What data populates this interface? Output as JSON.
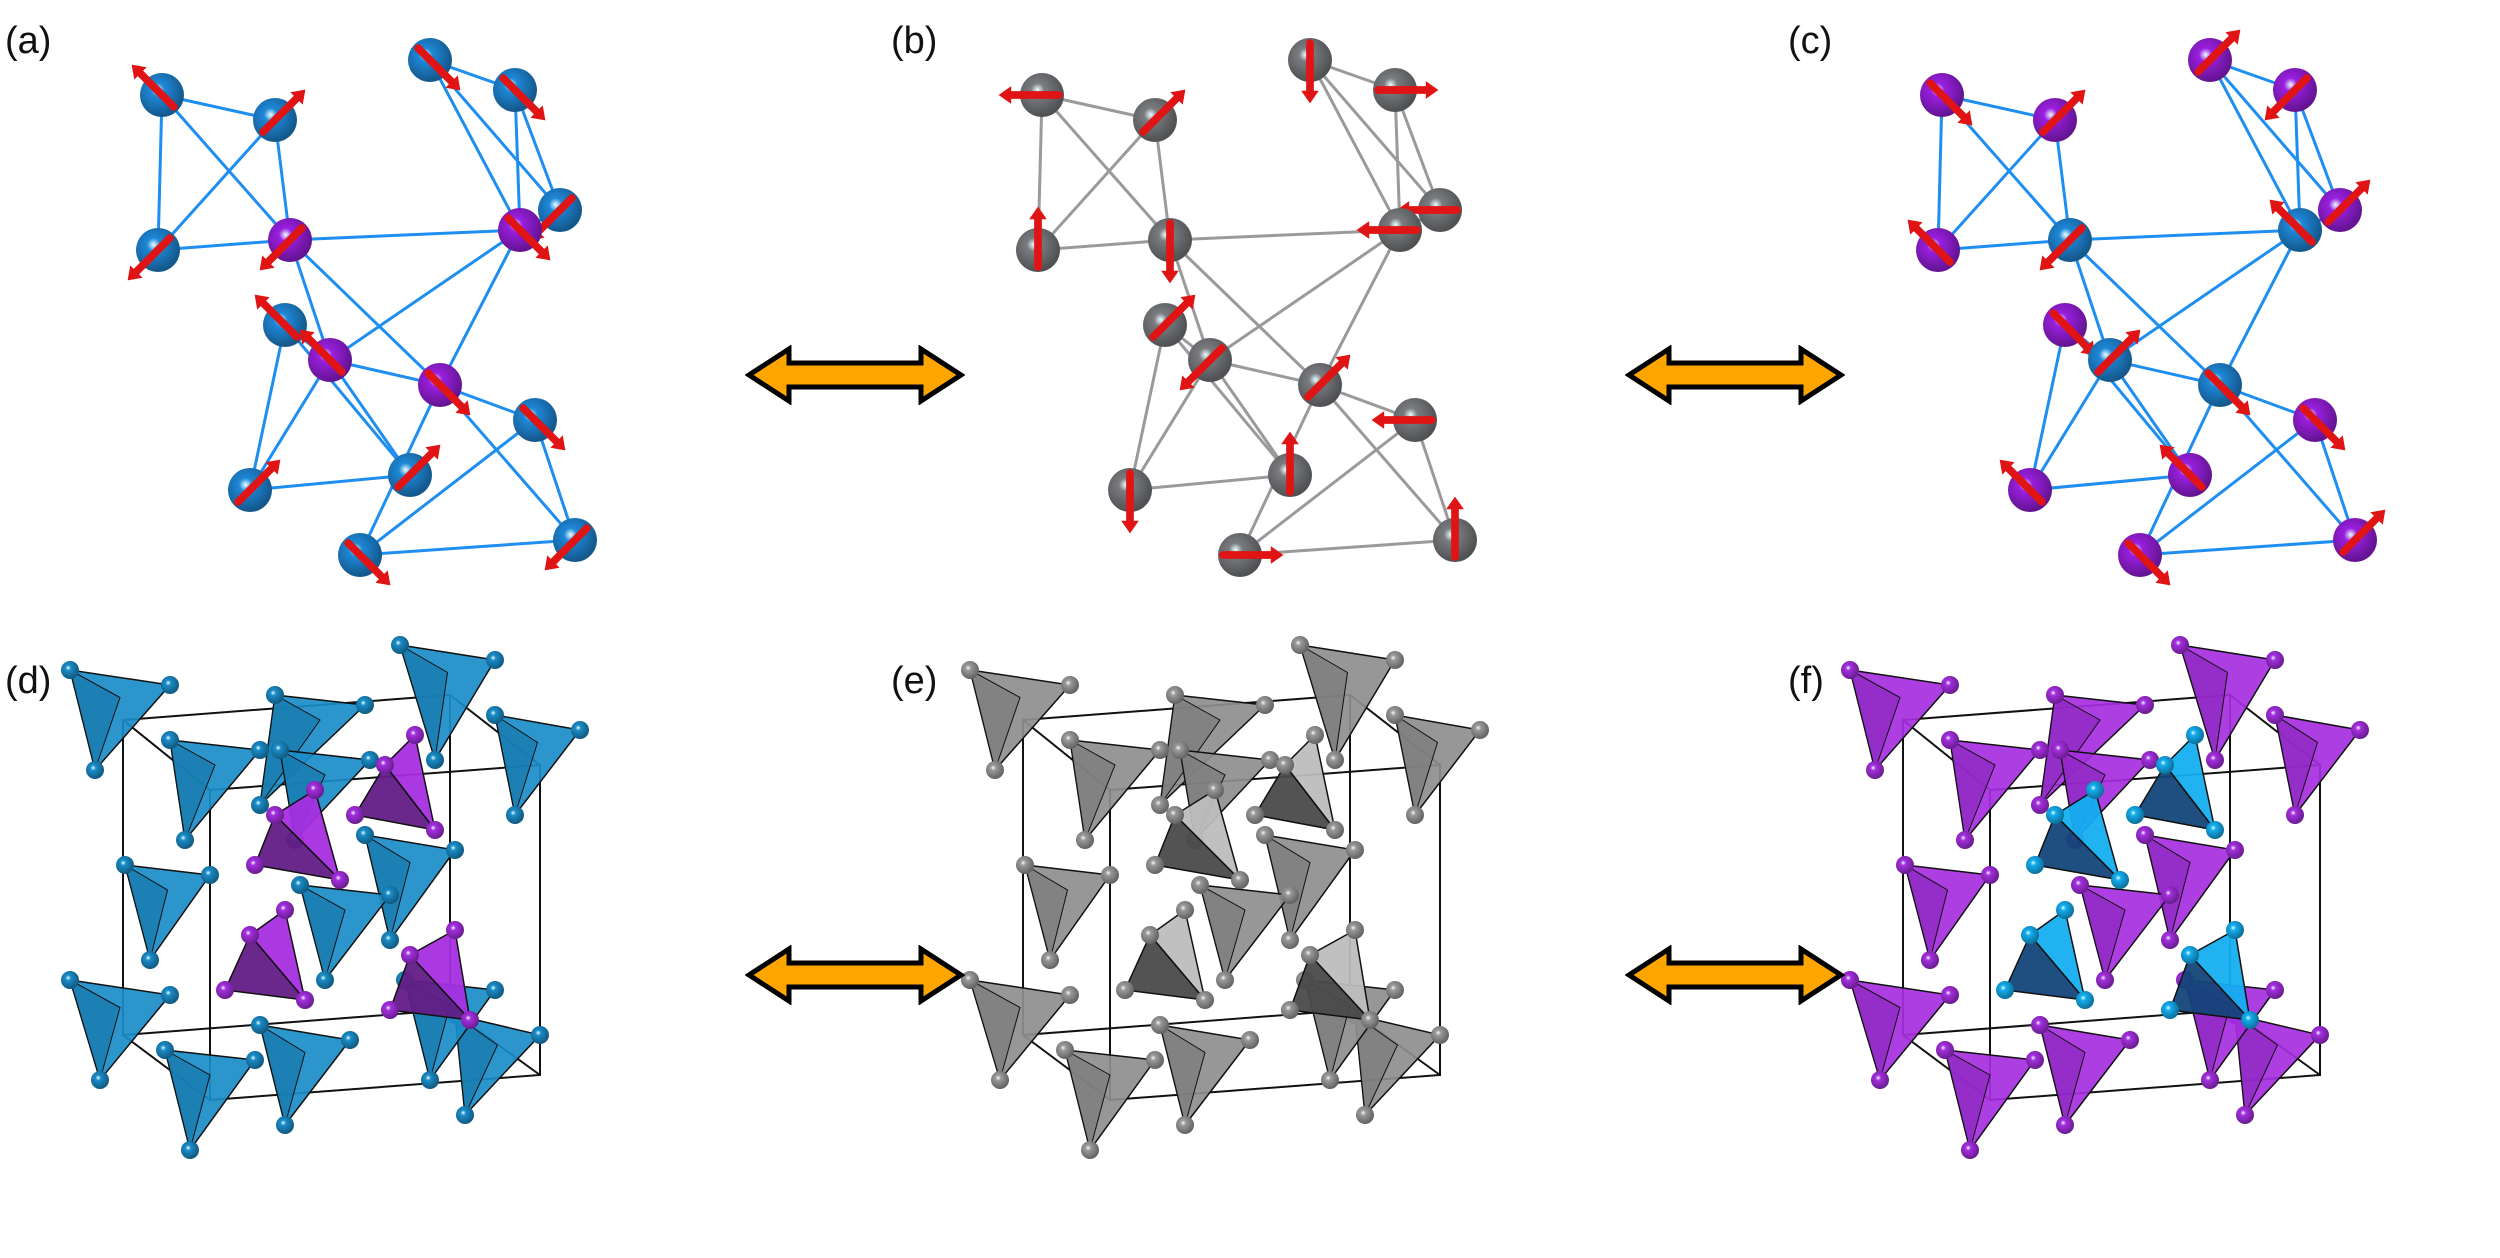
{
  "figure": {
    "labels": {
      "a": "(a)",
      "b": "(b)",
      "c": "(c)",
      "d": "(d)",
      "e": "(e)",
      "f": "(f)"
    },
    "colors": {
      "blue_atom": "#1e88d8",
      "purple_atom": "#9a1fe0",
      "gray_atom": "#7a7c80",
      "spin_arrow": "#e01414",
      "bond_blue": "#1e8ef0",
      "bond_gray": "#9a9a9a",
      "tet_blue": "#1a8cc8",
      "tet_purple": "#a52ee0",
      "tet_gray": "#8e8e8e",
      "tet_gray_light": "#bdbdbd",
      "tet_gray_dark": "#4a4a4a",
      "tet_cyan": "#14aef0",
      "tet_navy": "#13457a",
      "unit_cell": "#111111",
      "exchange_arrow_fill": "#ffa500",
      "exchange_arrow_stroke": "#000000"
    },
    "top_row": {
      "a": {
        "description": "Spin configuration, ordered: blue corner sites with purple central tetrahedron",
        "corner_color": "blue_atom",
        "center_color": "purple_atom",
        "bond_color": "bond_blue"
      },
      "b": {
        "description": "Spin configuration, disordered: all sites gray",
        "corner_color": "gray_atom",
        "center_color": "gray_atom",
        "bond_color": "bond_gray"
      },
      "c": {
        "description": "Spin configuration, ordered inverse: purple corner sites with blue central tetrahedron",
        "corner_color": "purple_atom",
        "center_color": "blue_atom",
        "bond_color": "bond_blue"
      }
    },
    "bottom_row": {
      "d": {
        "description": "Corner-sharing tetrahedra in unit cell: blue framework with purple central tetrahedra",
        "frame_color": "tet_blue",
        "center_color": "tet_purple"
      },
      "e": {
        "description": "Corner-sharing tetrahedra in unit cell: all gray",
        "frame_color": "tet_gray",
        "center_color": "tet_gray_light"
      },
      "f": {
        "description": "Corner-sharing tetrahedra in unit cell: purple framework with blue central tetrahedra",
        "frame_color": "tet_purple",
        "center_color": "tet_cyan"
      }
    },
    "exchange_arrows": [
      {
        "between": [
          "a",
          "b"
        ],
        "type": "double-headed"
      },
      {
        "between": [
          "b",
          "c"
        ],
        "type": "double-headed"
      },
      {
        "between": [
          "d",
          "e"
        ],
        "type": "double-headed"
      },
      {
        "between": [
          "e",
          "f"
        ],
        "type": "double-headed"
      }
    ],
    "spin_directions_a": [
      "up-left",
      "up-right",
      "down-left",
      "down-right",
      "down-right",
      "down-left",
      "up-left",
      "up-right",
      "up-right",
      "down-right",
      "down-left",
      "down-right",
      "down-left",
      "down-right",
      "up-left",
      "down-right"
    ],
    "spin_directions_b": [
      "left",
      "up-right",
      "up",
      "down",
      "right",
      "left",
      "up-right",
      "down",
      "up",
      "left",
      "up",
      "right",
      "down",
      "left",
      "down-left",
      "up-right"
    ],
    "spin_directions_c": [
      "down-right",
      "up-right",
      "up-left",
      "up-right",
      "down-left",
      "up-right",
      "down-right",
      "up-left",
      "up-left",
      "down-right",
      "up-right",
      "down-right",
      "down-left",
      "up-left",
      "up-right",
      "down-right"
    ]
  }
}
